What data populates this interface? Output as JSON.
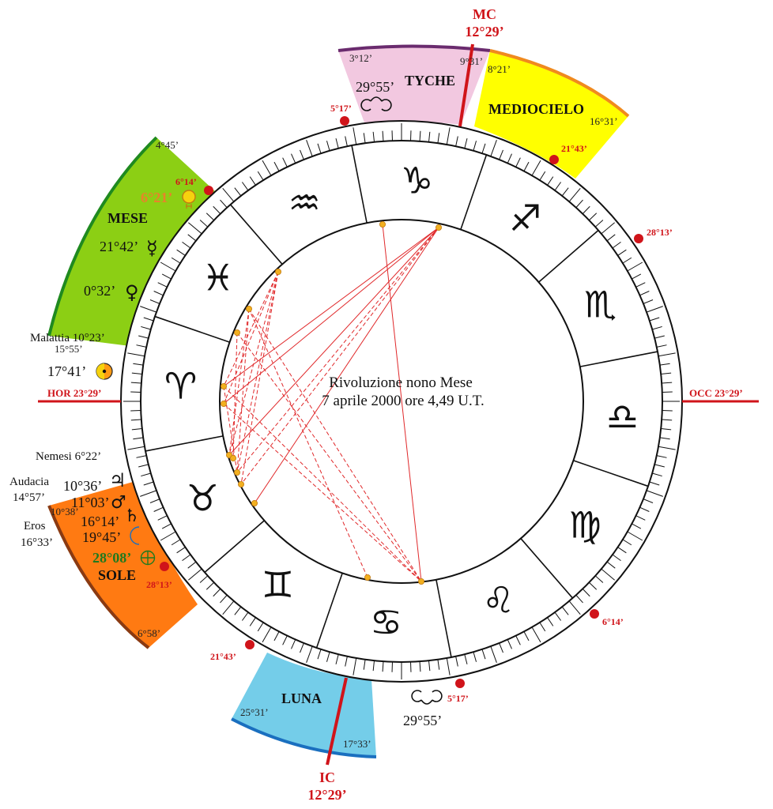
{
  "center": {
    "line1": "Rivoluzione nono Mese",
    "line2": "7 aprile 2000 ore 4,49 U.T."
  },
  "axes": {
    "mc_label": "MC",
    "mc_deg": "12°29’",
    "ic_label": "IC",
    "ic_deg": "12°29’",
    "hor": "HOR 23°29’",
    "occ": "OCC 23°29’"
  },
  "colors": {
    "axis_red": "#d0141a",
    "tyche": "#f2c8e0",
    "tyche_border": "#6a2b6e",
    "mediocielo": "#ffff00",
    "mediocielo_border": "#f08a1e",
    "mese": "#8ccf14",
    "mese_border": "#1f8a1f",
    "sole": "#ff7a12",
    "sole_border": "#8a3a12",
    "luna": "#74cde9",
    "luna_border": "#1a6fbf",
    "aspect_line": "#e0282a",
    "aspect_dot": "#f2b020"
  },
  "sectors": {
    "tyche": {
      "title": "TYCHE",
      "start": "3°12’",
      "end": "9°31’",
      "node_deg": "29°55’",
      "node_icon": "north-node-icon"
    },
    "mediocielo": {
      "title": "MEDIOCIELO",
      "start": "8°21’",
      "end": "16°31’"
    },
    "mese": {
      "title": "MESE",
      "start": "4°45’",
      "end": "15°55’"
    },
    "sole": {
      "title": "SOLE",
      "start": "10°38’",
      "end": "6°58’"
    },
    "luna": {
      "title": "LUNA",
      "start": "25°31’",
      "end": "17°33’"
    }
  },
  "house_cusps": [
    {
      "label": "5°17’"
    },
    {
      "label": "21°43’"
    },
    {
      "label": "28°13’"
    },
    {
      "label": "6°14’"
    },
    {
      "label": "5°17’"
    },
    {
      "label": "21°43’"
    },
    {
      "label": "28°13’"
    },
    {
      "label": "6°14’"
    }
  ],
  "zodiac_signs": [
    {
      "name": "capricorn",
      "glyph": "♑"
    },
    {
      "name": "sagittarius",
      "glyph": "♐"
    },
    {
      "name": "scorpio",
      "glyph": "♏"
    },
    {
      "name": "libra",
      "glyph": "♎"
    },
    {
      "name": "virgo",
      "glyph": "♍"
    },
    {
      "name": "leo",
      "glyph": "♌"
    },
    {
      "name": "cancer",
      "glyph": "♋"
    },
    {
      "name": "gemini",
      "glyph": "♊"
    },
    {
      "name": "taurus",
      "glyph": "♉"
    },
    {
      "name": "aries",
      "glyph": "♈"
    },
    {
      "name": "pisces",
      "glyph": "♓"
    },
    {
      "name": "aquarius",
      "glyph": "♒"
    }
  ],
  "planets": {
    "sun_uranus": {
      "deg": "6°21’",
      "icon": "sun-uranus-icon"
    },
    "mercury": {
      "deg": "21°42’",
      "glyph": "☿",
      "icon": "mercury-icon"
    },
    "venus": {
      "deg": "0°32’",
      "glyph": "♀",
      "icon": "venus-icon"
    },
    "malattia": {
      "text": "Malattia 10°23’"
    },
    "sun_part": {
      "deg": "17°41’",
      "icon": "sun-part-icon"
    },
    "nemesi": {
      "text": "Nemesi 6°22’"
    },
    "audacia": {
      "name": "Audacia",
      "deg": "14°57’"
    },
    "jupiter": {
      "deg": "10°36’",
      "glyph": "♃",
      "icon": "jupiter-icon"
    },
    "mars": {
      "deg": "11°03’",
      "glyph": "♂",
      "icon": "mars-icon"
    },
    "saturn": {
      "deg": "16°14’",
      "glyph": "♄",
      "icon": "saturn-icon"
    },
    "eros": {
      "name": "Eros",
      "deg": "16°33’"
    },
    "moon": {
      "deg": "19°45’",
      "glyph": "☾",
      "icon": "moon-icon"
    },
    "earth": {
      "deg": "28°08’",
      "glyph": "⊕",
      "icon": "earth-icon"
    },
    "south_node": {
      "deg": "29°55’",
      "glyph": "☋",
      "icon": "south-node-icon"
    }
  }
}
